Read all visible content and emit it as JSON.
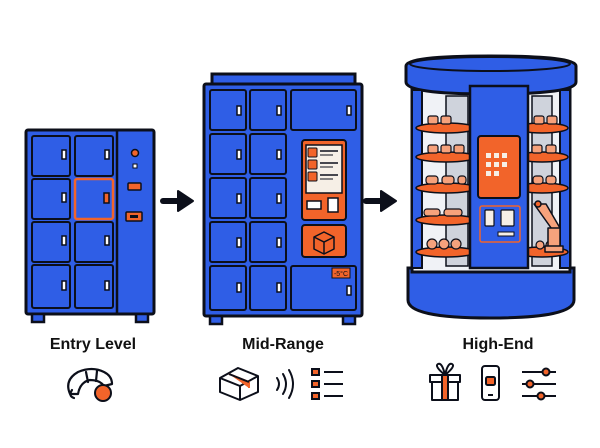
{
  "colors": {
    "body_blue": "#2f5ee6",
    "outline": "#0c0f1a",
    "accent_orange": "#f2642a",
    "light_orange": "#f6a27c",
    "cream": "#f6efe6",
    "grey": "#cfd3dc",
    "white": "#ffffff"
  },
  "tiers": [
    {
      "label": "Entry Level",
      "machine": "basic-locker",
      "icons": [
        "croissant-icon",
        "cookie-icon"
      ]
    },
    {
      "label": "Mid-Range",
      "machine": "locker-with-touchscreen",
      "screen_badge": "-5°C",
      "icons": [
        "package-icon",
        "contactless-icon",
        "list-icon"
      ]
    },
    {
      "label": "High-End",
      "machine": "rotating-carousel-vending",
      "icons": [
        "gift-icon",
        "smartphone-icon",
        "sliders-icon"
      ]
    }
  ],
  "arrows": [
    "arrow-right-icon",
    "arrow-right-icon"
  ]
}
